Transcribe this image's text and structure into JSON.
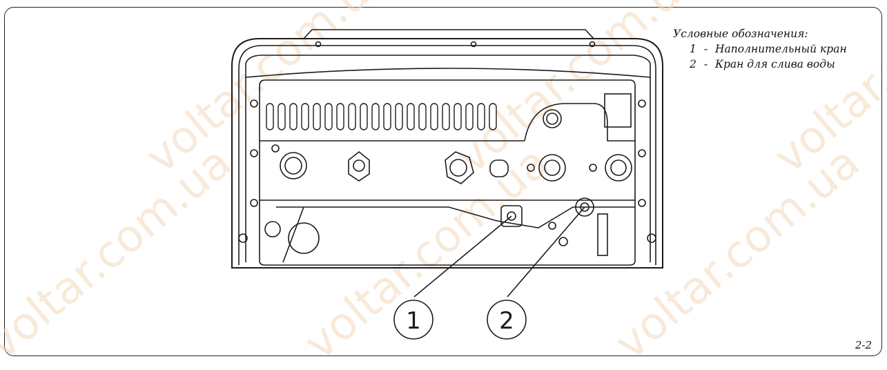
{
  "legend": {
    "title": "Условные обозначения:",
    "items": [
      {
        "num": "1",
        "sep": "-",
        "label": "Наполнительный кран"
      },
      {
        "num": "2",
        "sep": "-",
        "label": "Кран для слива воды"
      }
    ]
  },
  "callouts": [
    {
      "num": "1"
    },
    {
      "num": "2"
    }
  ],
  "figure_number": "2-2",
  "watermark": "voltar.com.ua",
  "colors": {
    "line": "#1a1a1a",
    "watermark": "#f3d8bc",
    "background": "#ffffff"
  }
}
